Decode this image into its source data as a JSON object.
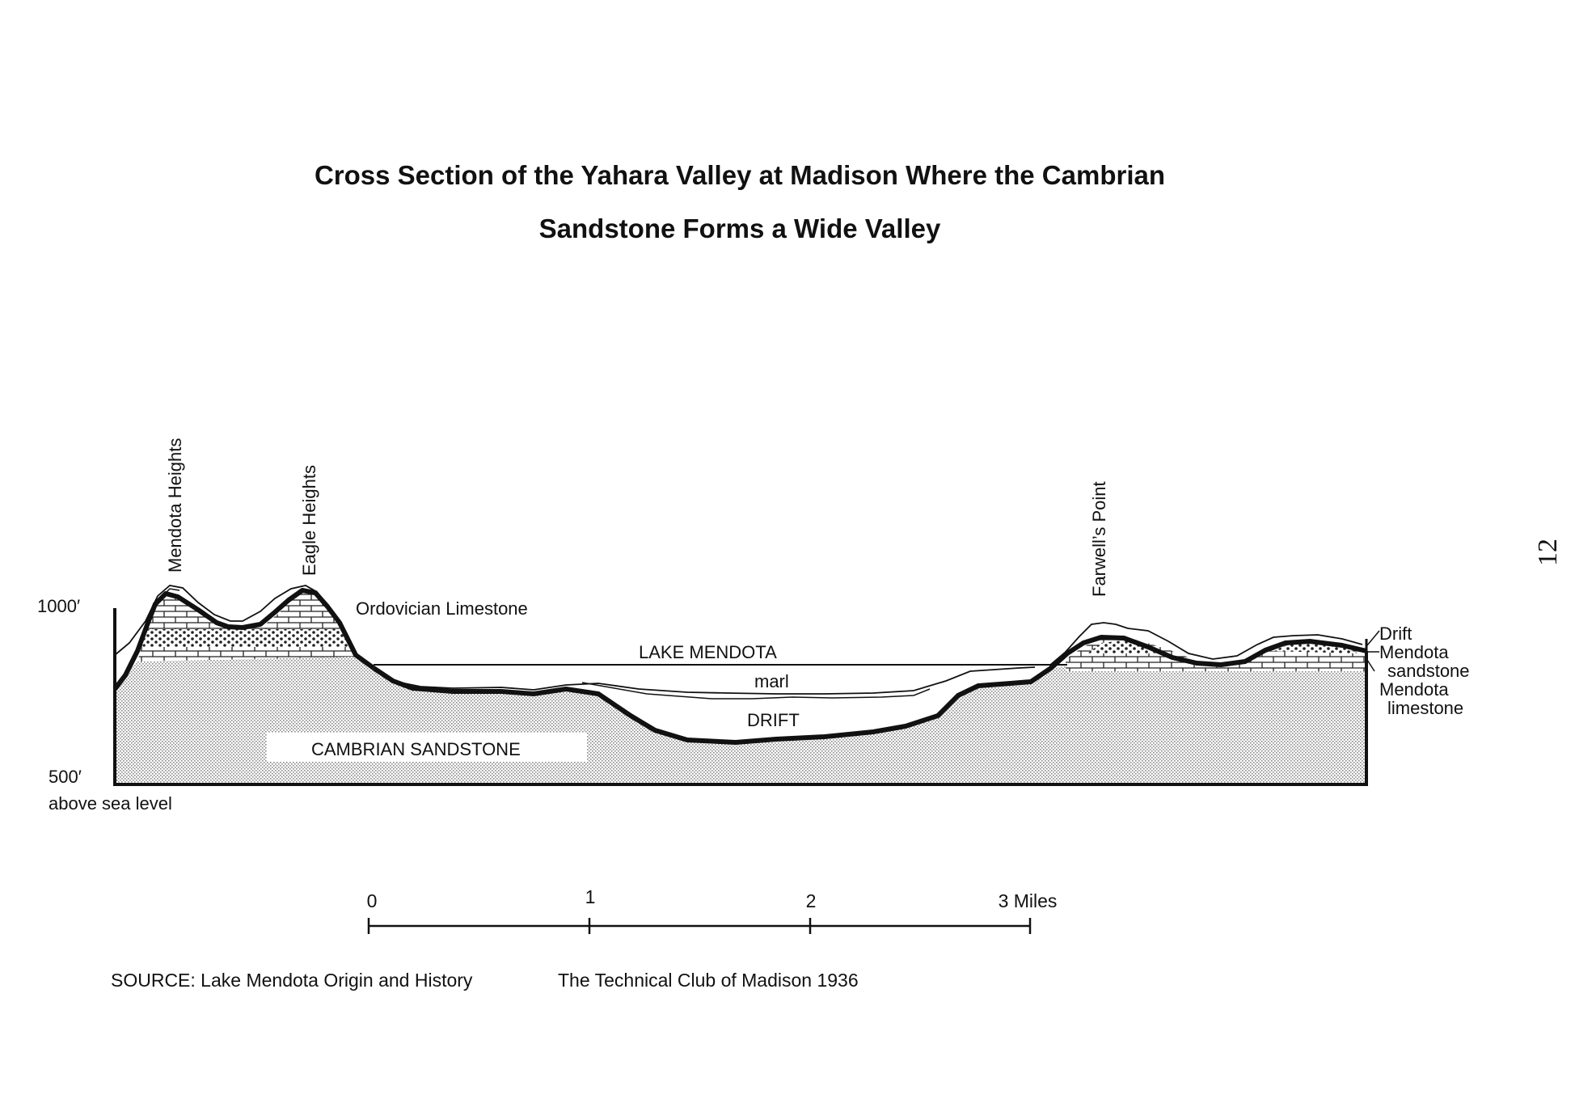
{
  "title": {
    "line1": "Cross Section of the Yahara Valley at Madison Where the Cambrian",
    "line2": "Sandstone Forms a Wide Valley"
  },
  "page_number": "12",
  "elevation_labels": {
    "top": "1000′",
    "bottom": "500′",
    "bottom_note": "above sea level"
  },
  "place_labels": {
    "mendota_heights": "Mendota Heights",
    "eagle_heights": "Eagle Heights",
    "farwells_point": "Farwell’s Point"
  },
  "layer_labels": {
    "ordovician_limestone": "Ordovician Limestone",
    "lake_mendota": "LAKE MENDOTA",
    "marl": "marl",
    "drift": "DRIFT",
    "cambrian_sandstone": "CAMBRIAN SANDSTONE"
  },
  "legend_right": {
    "drift": "Drift",
    "mendota_sandstone_1": "Mendota",
    "mendota_sandstone_2": "sandstone",
    "mendota_limestone_1": "Mendota",
    "mendota_limestone_2": "limestone"
  },
  "scale": {
    "ticks": [
      "0",
      "1",
      "2",
      "3 Miles"
    ]
  },
  "source": {
    "left": "SOURCE:  Lake Mendota Origin and History",
    "right": "The Technical Club of Madison  1936"
  },
  "colors": {
    "ink": "#111111",
    "paper": "#ffffff",
    "stipple": "#9a9a9a"
  }
}
